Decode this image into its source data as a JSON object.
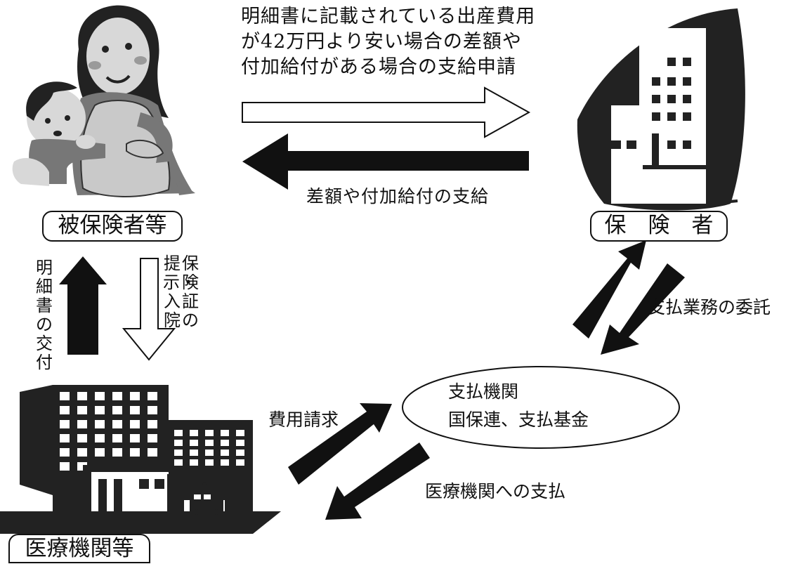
{
  "request_text": [
    "明細書に記載されている出産費用",
    "が42万円より安い場合の差額や",
    "付加給付がある場合の支給申請"
  ],
  "payment_text": "差額や付加給付の支給",
  "insured_label": "被保険者等",
  "insurer_label": "保　険　者",
  "medical_label": "医療機関等",
  "statement_text": "明細書の交付",
  "card_text": [
    "保険証の",
    "提示・入院"
  ],
  "delegation_text": "支払業務の委託",
  "payer": {
    "line1": "支払機関",
    "line2": "国保連、支払基金"
  },
  "billing_text": "費用請求",
  "hospital_payment_text": "医療機関への支払"
}
